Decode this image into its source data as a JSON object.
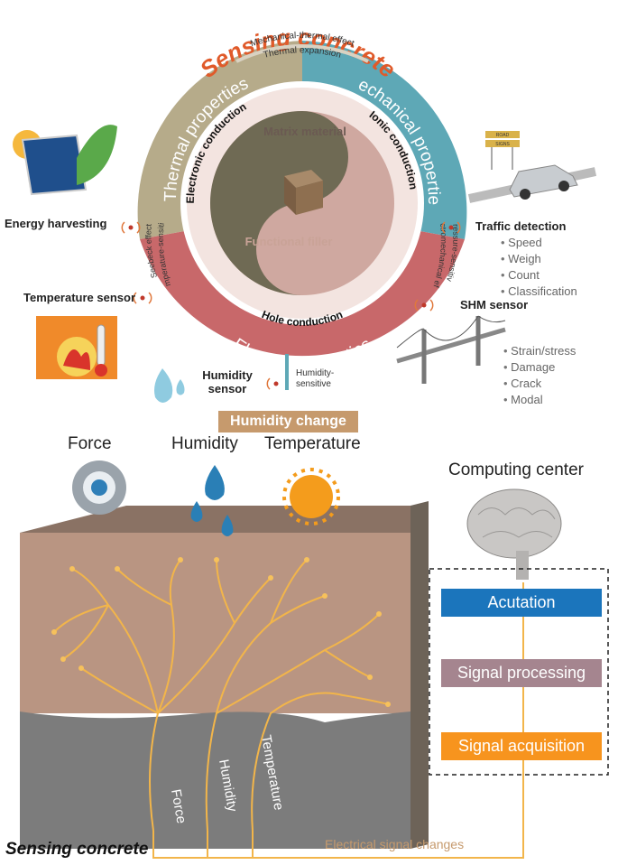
{
  "title": "Sensing concrete",
  "ring": {
    "thermal": "Thermal properties",
    "mechanical": "Mechanical properties",
    "electrical": "Electrical properties",
    "mech_thermal": "Mechanical-thermal effect",
    "thermal_expansion": "Thermal expansion",
    "seebeck": "Seebeck effect",
    "temp_sensitive": "Temperature-sensitive",
    "pressure_sensitive": "Pressure-sensitive",
    "electromechanical": "Electromechanical effect"
  },
  "core": {
    "matrix": "Matrix material",
    "filler": "Functional filler",
    "electronic": "Electronic conduction",
    "ionic": "Ionic conduction",
    "hole": "Hole conduction"
  },
  "applications": {
    "energy": "Energy harvesting",
    "temperature": "Temperature sensor",
    "humidity_sensor": "Humidity sensor",
    "humidity_sensitive": "Humidity-sensitive",
    "traffic": "Traffic detection",
    "traffic_items": [
      "Speed",
      "Weigh",
      "Count",
      "Classification"
    ],
    "shm": "SHM sensor",
    "shm_items": [
      "Strain/stress",
      "Damage",
      "Crack",
      "Modal"
    ],
    "road_sign_1": "ROAD",
    "road_sign_2": "SIGNS"
  },
  "humidity_change": "Humidity change",
  "stimuli": {
    "force": "Force",
    "humidity": "Humidity",
    "temperature": "Temperature"
  },
  "computing_center": "Computing center",
  "processing": [
    "Acutation",
    "Signal processing",
    "Signal acquisition"
  ],
  "channels": [
    "Force",
    "Humidity",
    "Temperature"
  ],
  "electrical_signal": "Electrical signal changes",
  "bottom_title": "Sensing concrete",
  "colors": {
    "thermal": "#b6ab8a",
    "mechanical": "#5ea8b6",
    "electrical": "#c8686a",
    "acutation": "#1b75bc",
    "signal_processing": "#a5858f",
    "signal_acquisition": "#f7941e",
    "humidity_band": "#c69a6d",
    "title": "#e05a2a"
  }
}
